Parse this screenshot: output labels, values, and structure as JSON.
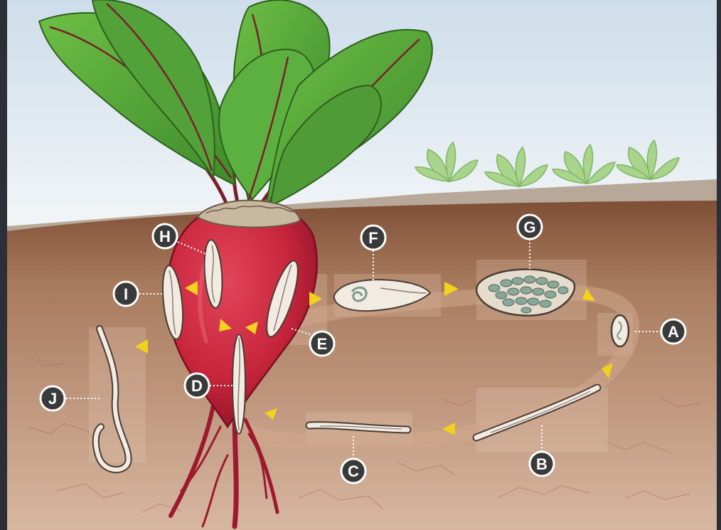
{
  "labels": {
    "A": "A",
    "B": "B",
    "C": "C",
    "D": "D",
    "E": "E",
    "F": "F",
    "G": "G",
    "H": "H",
    "I": "I",
    "J": "J"
  },
  "colors": {
    "sky_top": "#d7e4ee",
    "sky_bottom": "#f4f7f9",
    "soil_top": "#8a5a3e",
    "soil_mid": "#b98c6e",
    "soil_bottom": "#d3b09a",
    "beet": "#c8263c",
    "beet_dark": "#8f1428",
    "leaf": "#5aa83c",
    "leaf_dark": "#2f6e22",
    "leaf_vein": "#7a1f2a",
    "nematode": "#f1ebe1",
    "arrow": "#f2d21a",
    "label_fill": "#3a3a3a",
    "label_ring": "#ffffff",
    "frame": "#2c2f36"
  },
  "icons": {
    "arrow": "lifecycle-arrow-icon",
    "nematode": "nematode-icon",
    "cyst": "cyst-icon",
    "egg": "egg-icon"
  }
}
